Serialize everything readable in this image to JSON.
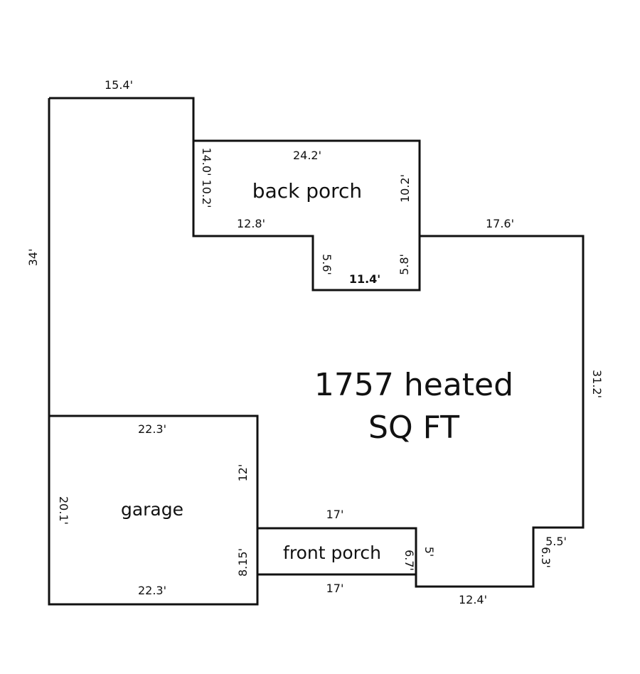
{
  "colors": {
    "line": "#111111",
    "background": "#ffffff"
  },
  "labels": {
    "main_area": {
      "line1": "1757 heated",
      "line2": "SQ FT"
    },
    "back_porch": "back porch",
    "garage": "garage",
    "front_porch": "front porch"
  },
  "dimensions": {
    "top_left_width": "15.4'",
    "left_height": "34'",
    "back_porch_top": "24.2'",
    "back_porch_left": "14.0' 10.2'",
    "back_porch_right": "10.2'",
    "back_porch_bottom": "12.8'",
    "notch_left": "5.6'",
    "notch_bottom": "11.4'",
    "notch_right": "5.8'",
    "right_top": "17.6'",
    "right_height": "31.2'",
    "garage_top": "22.3'",
    "garage_left": "20.1'",
    "garage_right_upper": "12'",
    "garage_right_lower": "8.15'",
    "garage_bottom": "22.3'",
    "front_porch_top": "17'",
    "front_porch_bottom": "17'",
    "front_porch_right": "6.7'",
    "front_step": "5'",
    "bottom_right": "12.4'",
    "corner_horizontal": "5.5'",
    "corner_vertical": "6.3'"
  }
}
